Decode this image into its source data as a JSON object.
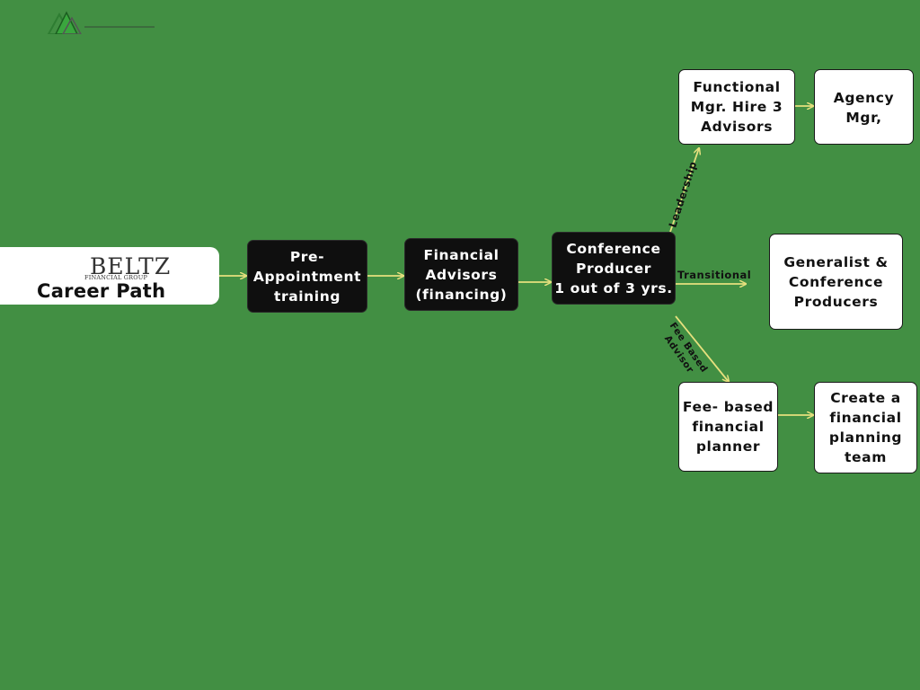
{
  "colors": {
    "background": "#428F43",
    "dark_box": "#0f0f0f",
    "light_box": "#ffffff",
    "arrow": "#E6E07E"
  },
  "start": {
    "logo_brand": "BELTZ",
    "logo_sub": "FINANCIAL GROUP",
    "title": "Career Path"
  },
  "nodes": {
    "pre_appointment": "Pre-\nAppointment\ntraining",
    "financial_advisors": "Financial\nAdvisors\n(financing)",
    "conference_producer": "Conference\nProducer\n1 out of 3 yrs.",
    "functional_mgr": "Functional\nMgr. Hire 3\nAdvisors",
    "agency_mgr": "Agency\nMgr,",
    "generalist": "Generalist &\nConference\nProducers",
    "fee_based_planner": "Fee- based\nfinancial\nplanner",
    "financial_team": "Create a\nfinancial\nplanning\nteam"
  },
  "edges": {
    "leadership": "Leadership",
    "transitional": "Transitional",
    "fee_based_advisor": "Fee Based\nAdvisor"
  }
}
